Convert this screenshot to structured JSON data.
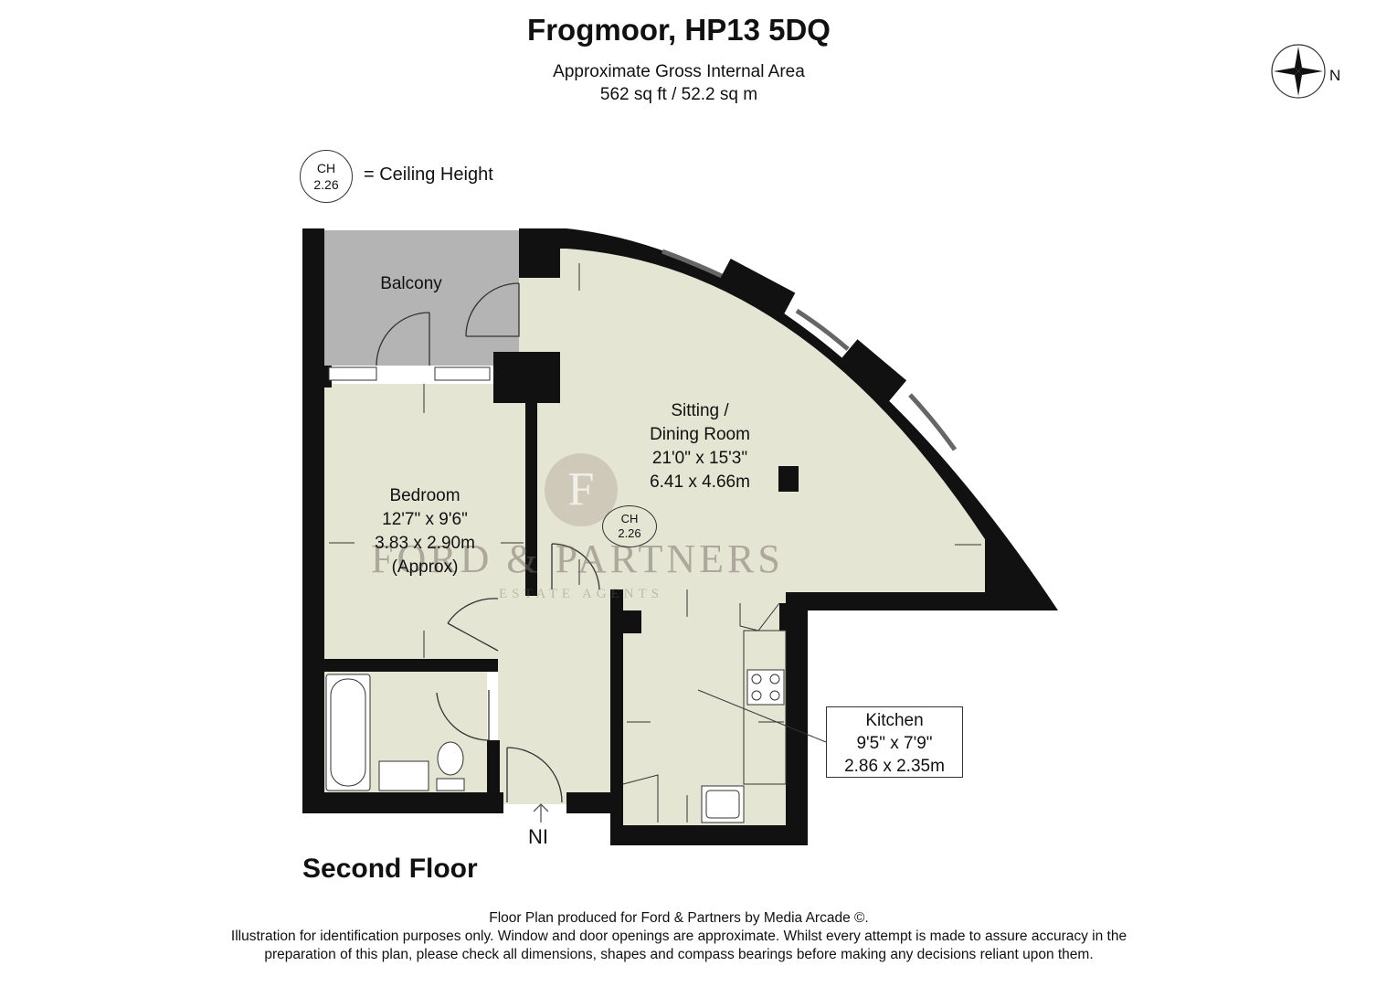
{
  "header": {
    "title": "Frogmoor, HP13 5DQ",
    "area_label": "Approximate Gross Internal Area",
    "area_value": "562 sq ft / 52.2 sq m"
  },
  "compass": {
    "label": "N"
  },
  "legend": {
    "ch_line1": "CH",
    "ch_line2": "2.26",
    "text": "= Ceiling Height"
  },
  "rooms": {
    "balcony": {
      "name": "Balcony"
    },
    "sitting": {
      "name1": "Sitting /",
      "name2": "Dining Room",
      "imperial": "21'0\" x 15'3\"",
      "metric": "6.41 x 4.66m"
    },
    "bedroom": {
      "name": "Bedroom",
      "imperial": "12'7\" x 9'6\"",
      "metric": "3.83 x 2.90m",
      "note": "(Approx)"
    },
    "kitchen": {
      "name": "Kitchen",
      "imperial": "9'5\" x 7'9\"",
      "metric": "2.86 x 2.35m"
    }
  },
  "ceiling_marker": {
    "line1": "CH",
    "line2": "2.26"
  },
  "entry_label": "NI",
  "floor_name": "Second Floor",
  "watermark": {
    "initial": "F",
    "name": "FORD & PARTNERS",
    "tagline": "ESTATE AGENTS"
  },
  "footer": {
    "line1": "Floor Plan produced for Ford & Partners by Media Arcade ©.",
    "line2": "Illustration for identification purposes only. Window and door openings are approximate. Whilst every attempt is made to assure accuracy in the",
    "line3": "preparation of this plan, please check all dimensions, shapes and compass bearings before making any decisions reliant upon them."
  },
  "colors": {
    "floor": "#e4e5d3",
    "balcony": "#b4b4b4",
    "wall": "#111111"
  }
}
